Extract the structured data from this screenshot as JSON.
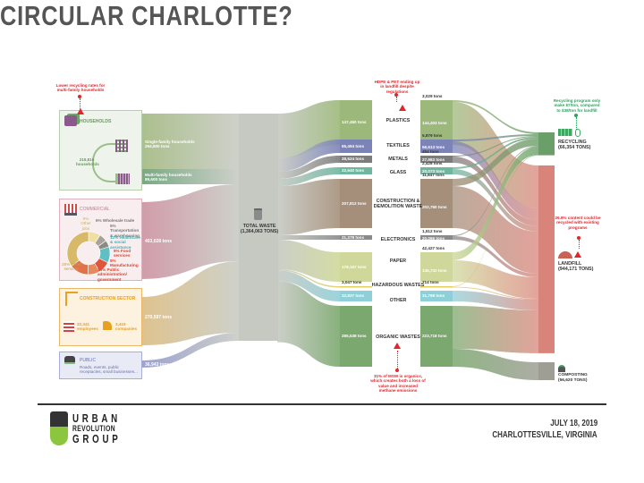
{
  "title": "CIRCULAR CHARLOTTE?",
  "notes": {
    "multifamily": "Lower recycling rates for multi-family households",
    "plastics": "HDPE & PET ending up in landfill despite regulations",
    "recycling": "Recycling program only make $7/ton, compared to $38/ton for landfill",
    "landfill": "26.9% content could be recycled with existing programs",
    "organics": "31% of MSW is organics, which creates both a loss of value and increased methane emissions"
  },
  "sources": {
    "households": {
      "label": "HOUSEHOLDS",
      "count": "219,816",
      "count_label": "households",
      "single_label": "Single-family households",
      "single_value": "294,800 tons",
      "multi_label": "Multi-family households",
      "multi_value": "89,600 tons"
    },
    "commercial": {
      "label": "COMMERCIAL",
      "value": "403,028 tons",
      "segments": [
        {
          "pct": 6,
          "label": "6% Wholesale trade",
          "color": "#a8a39a"
        },
        {
          "pct": 5,
          "label": "5% Transportation & warehousing",
          "color": "#8d8a84"
        },
        {
          "pct": 12,
          "label": "12% Healthcare & social assistance",
          "color": "#5fbfc2"
        },
        {
          "pct": 9,
          "label": "9% Food services",
          "color": "#e0553d"
        },
        {
          "pct": 9,
          "label": "9% Manufacturing",
          "color": "#e58a5e"
        },
        {
          "pct": 14,
          "label": "14% Public administration/ government",
          "color": "#e0734a"
        },
        {
          "pct": 35,
          "label": "35% Other services",
          "color": "#d8b96a"
        },
        {
          "pct": 9,
          "label": "9% Other jobs",
          "color": "#eee0a4"
        }
      ]
    },
    "construction": {
      "label": "CONSTRUCTION SECTOR",
      "value": "270,597 tons",
      "employees": "32,341",
      "employees_label": "employees",
      "companies": "3,419",
      "companies_label": "companies"
    },
    "public": {
      "label": "PUBLIC",
      "desc": "Roads, events, public receptacles, small businesses...",
      "value": "36,943 tons"
    }
  },
  "total": {
    "label": "TOTAL WASTE",
    "value": "(1,364,063 TONS)"
  },
  "categories": [
    {
      "name": "PLASTICS",
      "in": "147,450 tons",
      "recycled": "3,029 tons",
      "landfilled": "144,403 tons",
      "color": "#9cb87a"
    },
    {
      "name": "TEXTILES",
      "in": "65,494 tons",
      "recycled": "5,879 tons",
      "landfilled": "56,613 tons",
      "color": "#7b83b8"
    },
    {
      "name": "METALS",
      "in": "28,524 tons",
      "recycled": "454 tons",
      "landfilled": "27,983 tons",
      "color": "#7c7c7c"
    },
    {
      "name": "GLASS",
      "in": "22,640 tons",
      "recycled": "2,428 tons",
      "landfilled": "20,073 tons",
      "color": "#6fb5a0"
    },
    {
      "name": "CONSTRUCTION & DEMOLITION WASTE",
      "in": "207,812 tons",
      "recycled": "11,847 tons",
      "landfilled": "202,760 tons",
      "color": "#a58f7a"
    },
    {
      "name": "ELECTRONICS",
      "in": "21,378 tons",
      "recycled": "1,512 tons",
      "landfilled": "20,066 tons",
      "color": "#8a8a8a"
    },
    {
      "name": "PAPER",
      "in": "178,157 tons",
      "recycled": "42,427 tons",
      "landfilled": "135,732 tons",
      "color": "#cfd89a"
    },
    {
      "name": "HAZARDOUS WASTES",
      "in": "3,047 tons",
      "recycled": "714 tons",
      "landfilled": "2,457 tons",
      "color": "#e2cf5a"
    },
    {
      "name": "OTHER",
      "in": "32,837 tons",
      "recycled": "",
      "landfilled": "31,768 tons",
      "color": "#8fcfd8"
    },
    {
      "name": "ORGANIC WASTES",
      "in": "285,538 tons",
      "recycled": "",
      "landfilled": "223,718 tons",
      "color": "#7ba86e"
    }
  ],
  "destinations": {
    "recycling": {
      "label": "RECYCLING",
      "value": "(66,354 TONS)",
      "color": "#6a9f6a"
    },
    "landfill": {
      "label": "LANDFILL",
      "value": "(944,171 TONS)",
      "color": "#d9847a"
    },
    "composting": {
      "label": "COMPOSTING",
      "value": "(56,620 TONS)",
      "color": "#9e9e94"
    }
  },
  "footer": {
    "logo_line1": "URBAN",
    "logo_line2": "REVOLUTION",
    "logo_line3": "GROUP",
    "date": "JULY 18, 2019",
    "location": "CHARLOTTESVILLE, VIRGINIA"
  }
}
